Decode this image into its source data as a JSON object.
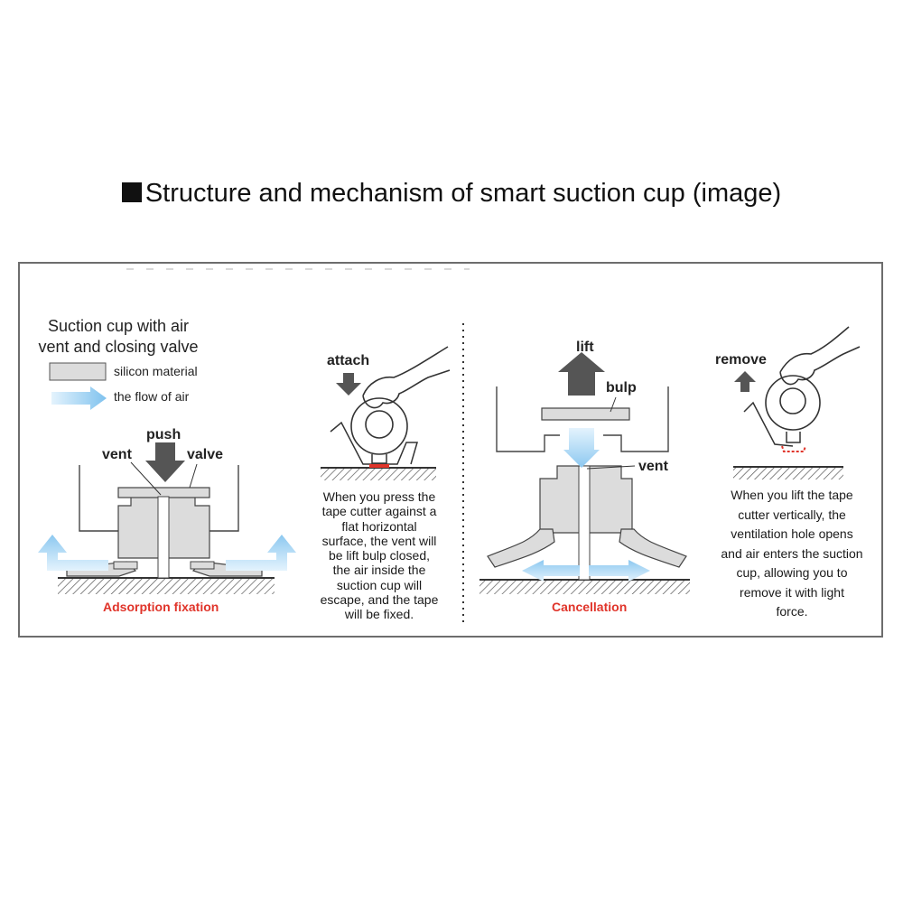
{
  "title": "Structure and mechanism of smart suction cup (image)",
  "legend": {
    "title_line1": "Suction cup with air",
    "title_line2": "vent and closing valve",
    "silicon": "silicon material",
    "airflow": "the flow of air"
  },
  "fixation": {
    "push": "push",
    "vent": "vent",
    "valve": "valve",
    "caption": "Adsorption fixation"
  },
  "attach": {
    "label": "attach",
    "description_lines": [
      "When you press the",
      "tape cutter against a",
      "flat horizontal",
      "surface, the vent will",
      "be lift bulp closed,",
      "the air inside the",
      "suction cup will",
      "escape, and the tape",
      "will be fixed."
    ]
  },
  "cancellation": {
    "lift": "lift",
    "bulp": "bulp",
    "vent": "vent",
    "caption": "Cancellation"
  },
  "remove": {
    "label": "remove",
    "description_lines": [
      "When you lift the tape",
      "cutter vertically, the",
      "ventilation hole opens",
      "and air enters the suction",
      "cup, allowing you to",
      "remove it with light",
      "force."
    ]
  },
  "colors": {
    "silicon_fill": "#dcdcdc",
    "air_arrow": "#9fd2f2",
    "caption_red": "#e0342a",
    "arrow_gray": "#555555"
  }
}
